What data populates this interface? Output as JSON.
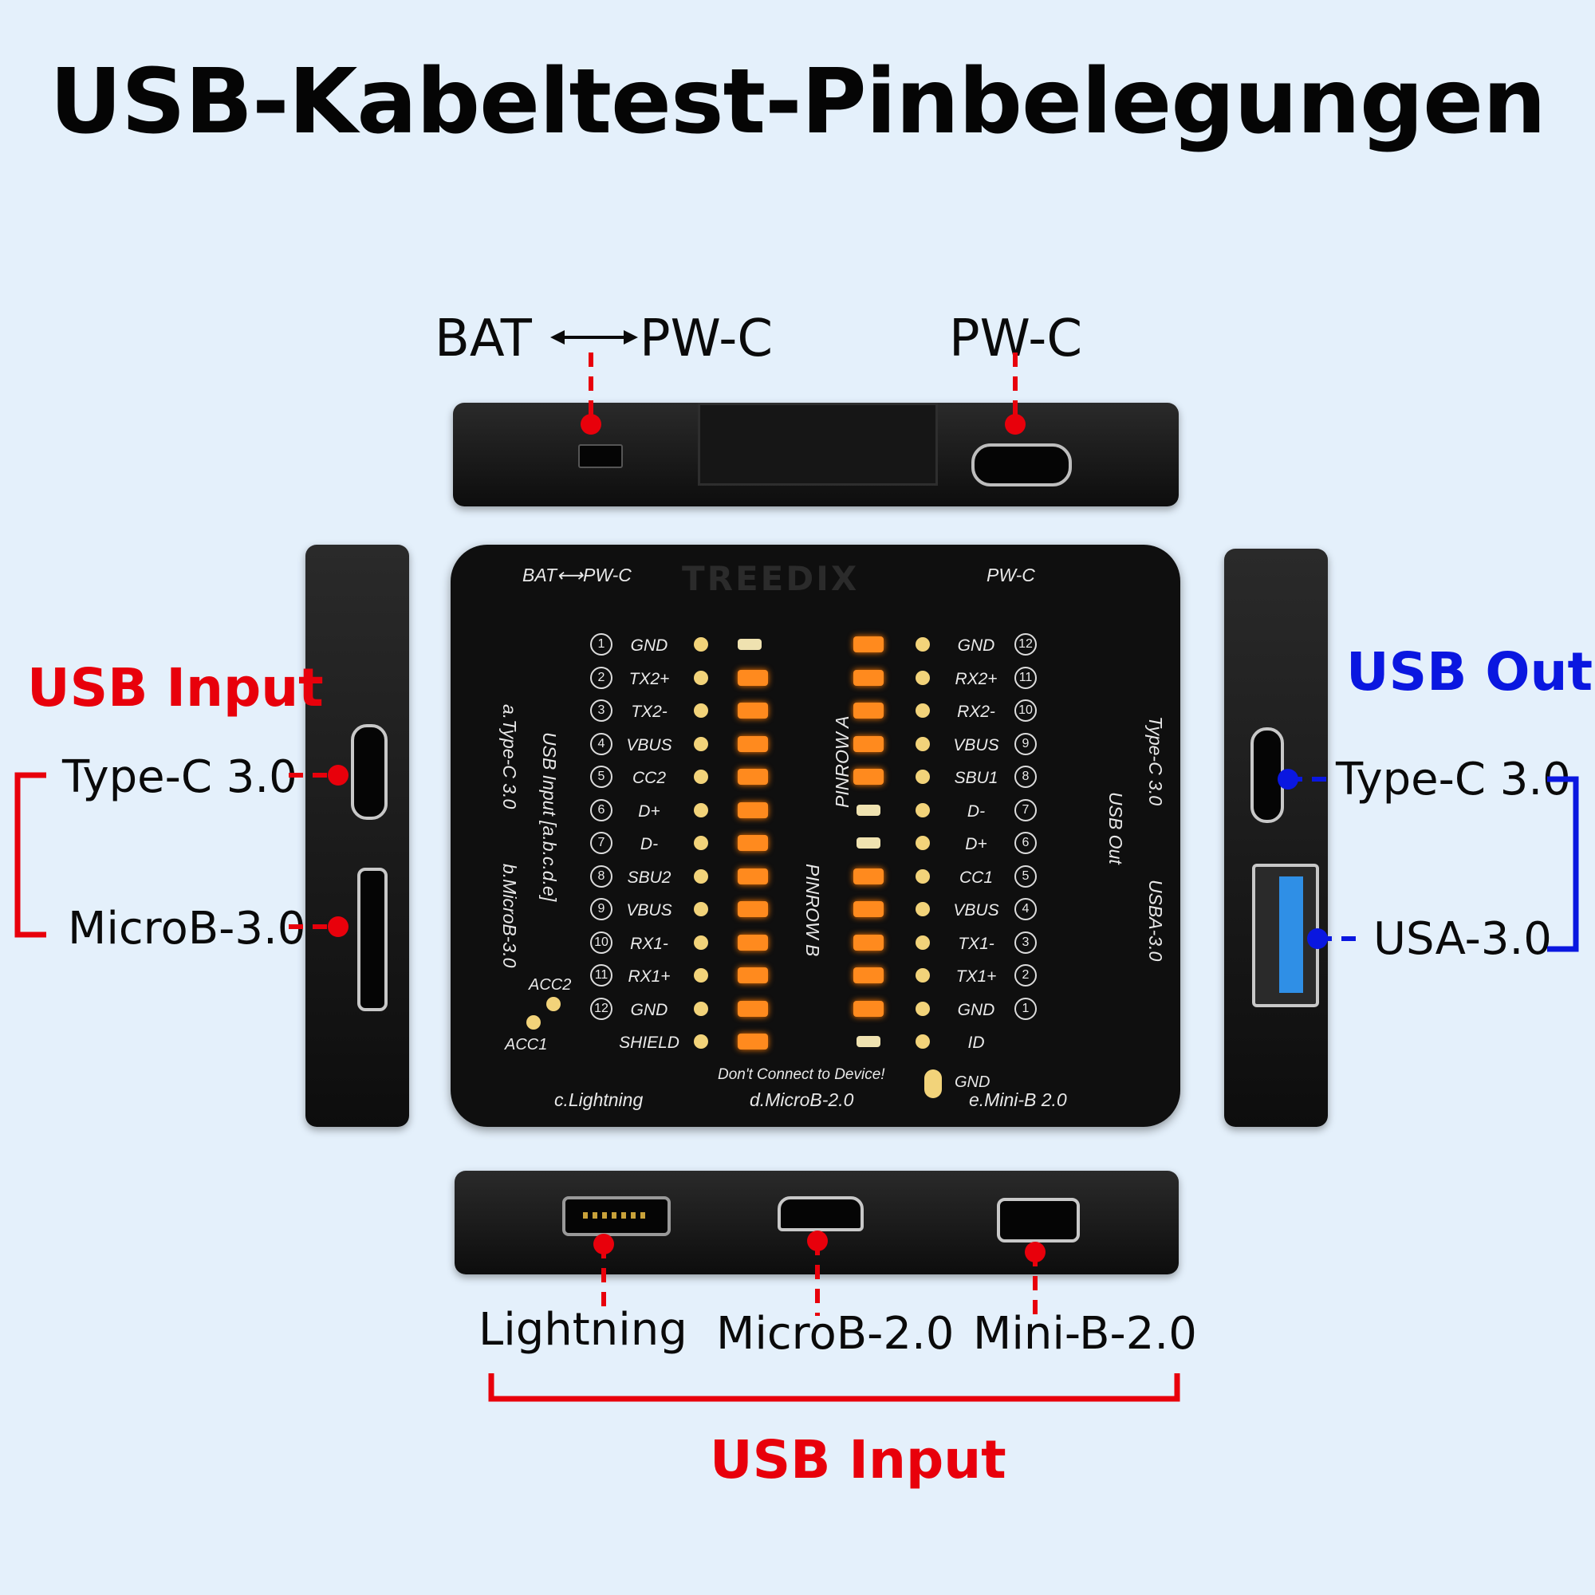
{
  "title": "USB-Kabeltest-Pinbelegungen",
  "top": {
    "bat_label": "BAT",
    "pwc_label": "PW-C",
    "pwc2_label": "PW-C"
  },
  "left": {
    "heading": "USB Input",
    "typec": "Type-C 3.0",
    "microb": "MicroB-3.0"
  },
  "right": {
    "heading": "USB Out",
    "typec": "Type-C 3.0",
    "usa": "USA-3.0"
  },
  "bottom": {
    "lightning": "Lightning",
    "microb": "MicroB-2.0",
    "minib": "Mini-B-2.0",
    "heading": "USB Input"
  },
  "face": {
    "bat_pwc": "BAT⟷PW-C",
    "pwc": "PW-C",
    "brand": "TREEDIX",
    "usb_input_vertical": "USB Input [a.b.c.d.e]",
    "typec30_vertical": "a.Type-C 3.0",
    "microb30_vertical": "b.MicroB-3.0",
    "pinrow_a": "PINROW A",
    "pinrow_b": "PINROW B",
    "usb_out_typec": "Type-C 3.0",
    "usb_out": "USB Out",
    "usba30": "USBA-3.0",
    "acc2": "ACC2",
    "acc1": "ACC1",
    "dont_connect": "Don't Connect to Device!",
    "gnd": "GND",
    "lightning": "c.Lightning",
    "microb20": "d.MicroB-2.0",
    "minib20": "e.Mini-B 2.0",
    "left_pins": [
      {
        "num": "1",
        "name": "GND",
        "led": "off"
      },
      {
        "num": "2",
        "name": "TX2+",
        "led": "on"
      },
      {
        "num": "3",
        "name": "TX2-",
        "led": "on"
      },
      {
        "num": "4",
        "name": "VBUS",
        "led": "on"
      },
      {
        "num": "5",
        "name": "CC2",
        "led": "on"
      },
      {
        "num": "6",
        "name": "D+",
        "led": "on"
      },
      {
        "num": "7",
        "name": "D-",
        "led": "on"
      },
      {
        "num": "8",
        "name": "SBU2",
        "led": "on"
      },
      {
        "num": "9",
        "name": "VBUS",
        "led": "on"
      },
      {
        "num": "10",
        "name": "RX1-",
        "led": "on"
      },
      {
        "num": "11",
        "name": "RX1+",
        "led": "on"
      },
      {
        "num": "12",
        "name": "GND",
        "led": "on"
      },
      {
        "num": "",
        "name": "SHIELD",
        "led": "on"
      }
    ],
    "right_pins": [
      {
        "num": "12",
        "name": "GND",
        "led": "on"
      },
      {
        "num": "11",
        "name": "RX2+",
        "led": "on"
      },
      {
        "num": "10",
        "name": "RX2-",
        "led": "on"
      },
      {
        "num": "9",
        "name": "VBUS",
        "led": "on"
      },
      {
        "num": "8",
        "name": "SBU1",
        "led": "on"
      },
      {
        "num": "7",
        "name": "D-",
        "led": "off"
      },
      {
        "num": "6",
        "name": "D+",
        "led": "off"
      },
      {
        "num": "5",
        "name": "CC1",
        "led": "on"
      },
      {
        "num": "4",
        "name": "VBUS",
        "led": "on"
      },
      {
        "num": "3",
        "name": "TX1-",
        "led": "on"
      },
      {
        "num": "2",
        "name": "TX1+",
        "led": "on"
      },
      {
        "num": "1",
        "name": "GND",
        "led": "on"
      },
      {
        "num": "",
        "name": "ID",
        "led": "off"
      }
    ]
  },
  "colors": {
    "background": "#e4f0fb",
    "input_red": "#e8000b",
    "output_blue": "#0a17e0",
    "led_orange": "#ff8a1e"
  }
}
